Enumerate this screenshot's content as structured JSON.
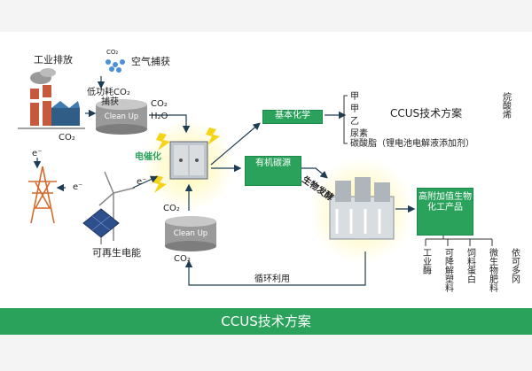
{
  "labels": {
    "industrial_emission": "工业排放",
    "co2_bubble": "CO₂",
    "air_capture": "空气捕获",
    "low_energy": "低功耗CO₂",
    "capture": "捕获",
    "clean_up_top": "Clean Up",
    "co2_in": "CO₂",
    "h2o_in": "H₂O",
    "co2_factory": "CO₂",
    "electrocatalysis": "电催化",
    "electron_left": "e⁻",
    "electron_mid": "e⁻",
    "electron_right": "e⁻",
    "co2_bottom_in": "CO₂",
    "clean_up_bottom": "Clean Up",
    "co2_bottom_out": "CO₂",
    "renewable": "可再生电能",
    "basic_chem": "基本化学",
    "organic_carbon": "有机碳源",
    "bio_ferment": "生物发酵",
    "high_value": "高附加值生物化工产品",
    "recycle": "循环利用",
    "ccus_label": "CCUS技术方案",
    "products_top": [
      "甲",
      "甲",
      "乙",
      "尿素",
      "碳酸脂（锂电池电解液添加剂）"
    ],
    "right_edge": "烷酸烯",
    "products_bottom": [
      "工业酶",
      "可降解塑料",
      "饲料蛋白",
      "微生物肥料",
      "依可多冈"
    ]
  },
  "banner": {
    "title": "CCUS技术方案"
  },
  "colors": {
    "accent_green": "#2aa25c",
    "arrow": "#1d6e8a"
  }
}
